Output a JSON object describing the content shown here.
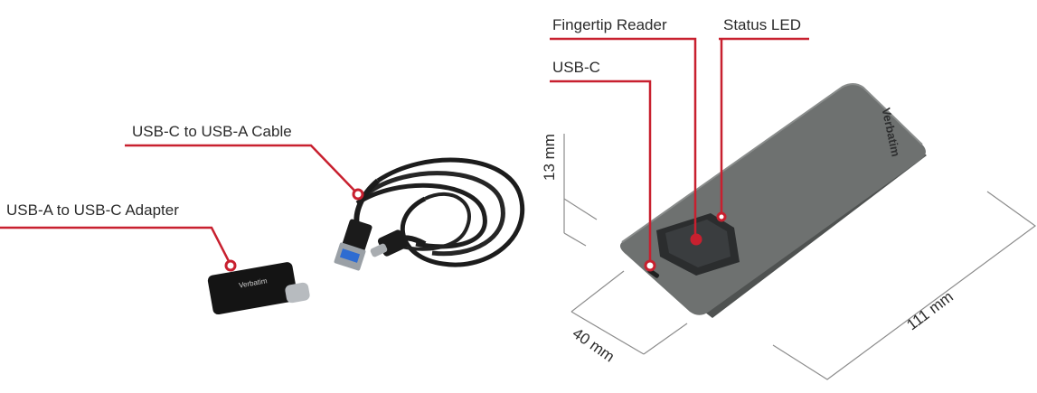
{
  "labels": {
    "cable": "USB-C to USB-A Cable",
    "adapter": "USB-A to USB-C Adapter",
    "fingertip_reader": "Fingertip Reader",
    "status_led": "Status LED",
    "usb_c": "USB-C"
  },
  "dimensions": {
    "height": "13 mm",
    "width": "40 mm",
    "length": "111 mm"
  },
  "logo_text": "Verbatim",
  "colors": {
    "callout_red": "#c8202f",
    "drive_body": "#6e7170",
    "text": "#2b2b2b"
  }
}
